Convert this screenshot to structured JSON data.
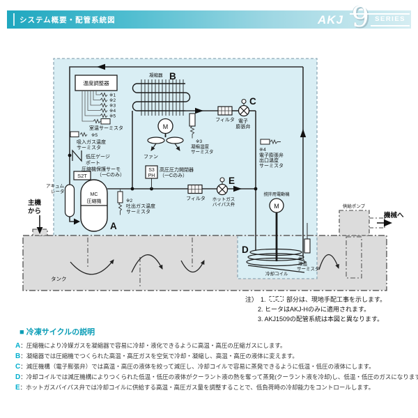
{
  "header": {
    "title": "システム概要・配管系統図",
    "brand": {
      "name": "AKJ",
      "number": "9",
      "series": "SERIES"
    }
  },
  "colors": {
    "accent_cyan": "#00b2d2",
    "header_teal": "#1fa7bf",
    "area_blue": "#d9eef4",
    "tank_gray": "#dcdcdc",
    "heading_teal": "#0a9db6"
  },
  "diagram": {
    "labels": {
      "temp_controller": "温度調整器",
      "ref1": "※1",
      "ref2": "※2",
      "ref3": "※3",
      "ref4": "※4",
      "ref5": "※5",
      "room_thermistor": "室温サーミスタ",
      "suction_ref": "※5",
      "suction_l1": "吸入ガス温度",
      "suction_l2": "サーミスタ",
      "lp_gauge_l1": "低圧ゲージ",
      "lp_gauge_l2": "ポート",
      "protect_l1": "圧縮機保護サーモ",
      "protect_l2": "（一Cのみ）",
      "s2t": "S2T",
      "comp_l1": "MC",
      "comp_l2": "圧縮機",
      "accum_l1": "アキュム",
      "accum_l2": "レータ",
      "main_l1": "主機",
      "main_l2": "から",
      "condenser": "凝縮器",
      "fan_m": "M",
      "fan": "ファン",
      "cond_ref": "※3",
      "cond_l1": "凝縮温度",
      "cond_l2": "サーミスタ",
      "filter_top": "フィルタ",
      "eev_l1": "電子",
      "eev_l2": "膨張弁",
      "eev_out_ref": "※4",
      "eev_out_l1": "電子膨張弁",
      "eev_out_l2": "出口温度",
      "eev_out_l3": "サーミスタ",
      "s3": "S3",
      "ph": "PH",
      "hp_l1": "高圧圧力開閉器",
      "hp_l2": "（一Cのみ）",
      "filter_bottom": "フィルタ",
      "hotgas_l1": "ホットガス",
      "hotgas_l2": "バイパス弁",
      "dis_ref": "※2",
      "dis_l1": "吐出ガス温度",
      "dis_l2": "サーミスタ",
      "stir_motor": "撹拌用電動機",
      "stir_m": "M",
      "cooling_coil": "冷却コイル",
      "liq_ref": "※1",
      "liq_l1": "液温",
      "liq_l2": "サーミスタ",
      "tank": "タンク",
      "supply_pump": "供給ポンプ",
      "to_machine": "機械へ",
      "zones": {
        "a": "A",
        "b": "B",
        "c": "C",
        "d": "D",
        "e": "E"
      }
    },
    "notes": {
      "mark": "注）",
      "n1a": "1.",
      "n1b": "部分は、現地手配工事を示します。",
      "n2": "2. ヒータはAKJ-Hのみに適用されます。",
      "n3": "3. AKJ1509の配管系統は本図と異なります。"
    }
  },
  "explanation": {
    "heading": "■ 冷凍サイクルの説明",
    "items": [
      {
        "letter": "A",
        "text": "：圧縮機により冷媒ガスを凝縮器で容易に冷却・液化できるように高温・高圧の圧縮ガスにします。"
      },
      {
        "letter": "B",
        "text": "：凝縮器では圧縮機でつくられた高温・高圧ガスを空気で冷却・凝縮し、高温・高圧の液体に変えます。"
      },
      {
        "letter": "C",
        "text": "：減圧機構（電子膨張弁）では高温・高圧の液体を絞って減圧し、冷却コイルで容易に蒸発できるように低温・低圧の液体にします。"
      },
      {
        "letter": "D",
        "text": "：冷却コイルでは減圧機構によりつくられた低温・低圧の液体がクーラント液の熱を奪って蒸発(クーラント液を冷却)し、低温・低圧のガスになります。"
      },
      {
        "letter": "E",
        "text": "：ホットガスバイパス弁では冷却コイルに供給する高温・高圧ガス量を調整することで、低負荷時の冷却能力をコントロールします。"
      }
    ]
  }
}
